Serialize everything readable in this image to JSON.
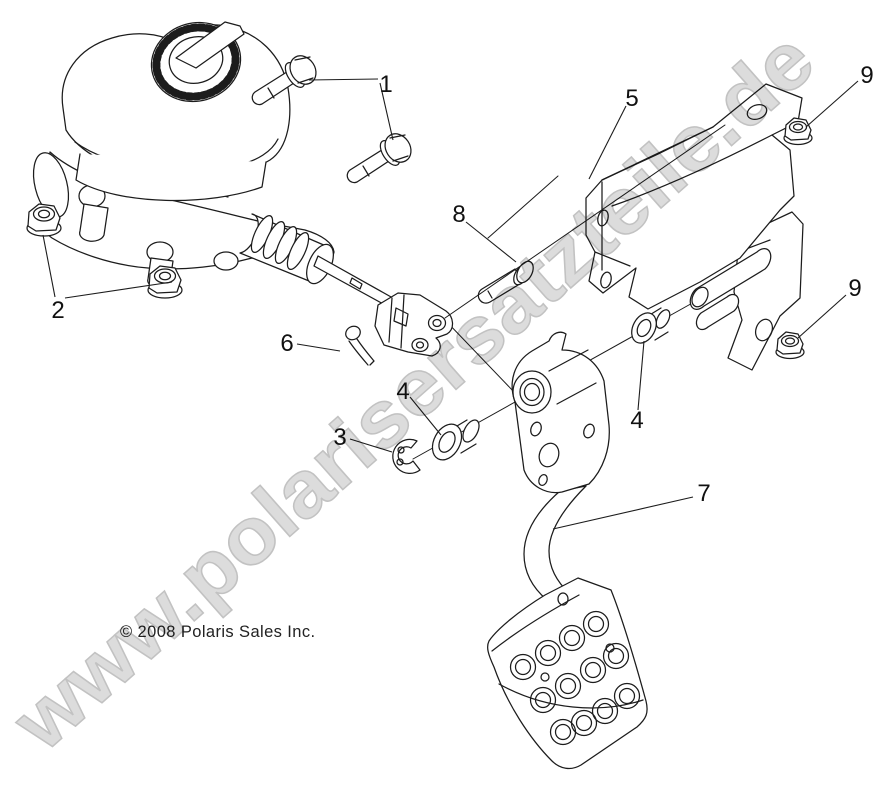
{
  "diagram": {
    "copyright": "© 2008 Polaris Sales Inc.",
    "watermark": "www.polarisersatzteile.de",
    "callouts": [
      {
        "number": "1"
      },
      {
        "number": "2"
      },
      {
        "number": "3"
      },
      {
        "number": "4"
      },
      {
        "number": "4"
      },
      {
        "number": "5"
      },
      {
        "number": "6"
      },
      {
        "number": "7"
      },
      {
        "number": "8"
      },
      {
        "number": "9"
      },
      {
        "number": "9"
      }
    ],
    "colors": {
      "line": "#1c1c1c",
      "text": "#111111",
      "watermark_fill": "#dcdcdc",
      "watermark_stroke": "#c2c2c2",
      "background": "#ffffff"
    }
  }
}
